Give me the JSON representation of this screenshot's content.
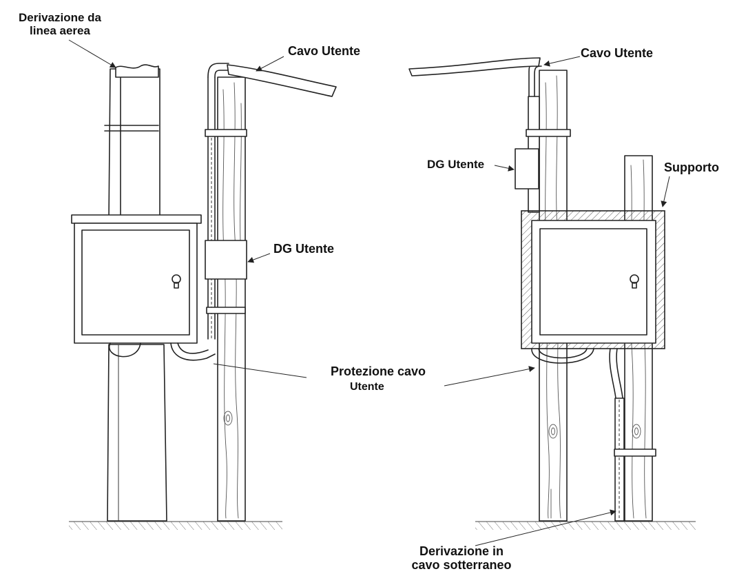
{
  "labels": {
    "derivazione_aerea": [
      "Derivazione da",
      "linea aerea"
    ],
    "cavo_utente_left": "Cavo Utente",
    "cavo_utente_right": "Cavo Utente",
    "dg_utente_left": "DG Utente",
    "dg_utente_right": "DG Utente",
    "supporto": "Supporto",
    "protezione_cavo": [
      "Protezione cavo",
      "Utente"
    ],
    "derivazione_sotterraneo": [
      "Derivazione in",
      "cavo sotterraneo"
    ]
  },
  "colors": {
    "ink": "#222222",
    "paper": "#ffffff",
    "text": "#111111"
  }
}
